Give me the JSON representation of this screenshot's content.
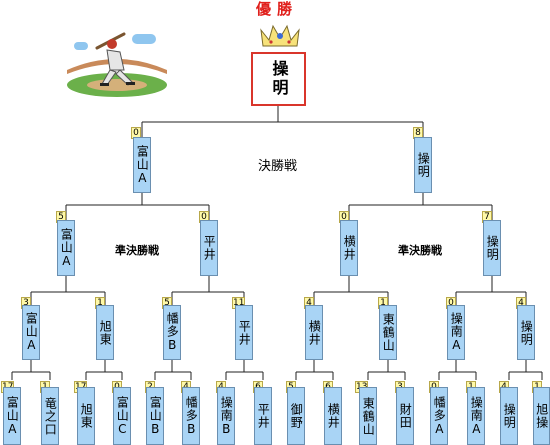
{
  "title": "優勝",
  "champion": "操明",
  "round_labels": {
    "final": "決勝戦",
    "semi_left": "準決勝戦",
    "semi_right": "準決勝戦"
  },
  "final": [
    {
      "team": "富山A",
      "score": "0"
    },
    {
      "team": "操明",
      "score": "8"
    }
  ],
  "semifinal": [
    {
      "team": "富山A",
      "score": "5"
    },
    {
      "team": "平井",
      "score": "0"
    },
    {
      "team": "横井",
      "score": "0"
    },
    {
      "team": "操明",
      "score": "7"
    }
  ],
  "quarterfinal": [
    {
      "team": "富山A",
      "score": "3"
    },
    {
      "team": "旭東",
      "score": "1"
    },
    {
      "team": "幡多B",
      "score": "5"
    },
    {
      "team": "平井",
      "score": "11"
    },
    {
      "team": "横井",
      "score": "4"
    },
    {
      "team": "東鶴山",
      "score": "1"
    },
    {
      "team": "操南A",
      "score": "0"
    },
    {
      "team": "操明",
      "score": "4"
    }
  ],
  "first_round": [
    {
      "team": "富山A",
      "score": "17"
    },
    {
      "team": "竜之口",
      "score": "1"
    },
    {
      "team": "旭東",
      "score": "17"
    },
    {
      "team": "富山C",
      "score": "0"
    },
    {
      "team": "富山B",
      "score": "2"
    },
    {
      "team": "幡多B",
      "score": "4"
    },
    {
      "team": "操南B",
      "score": "4"
    },
    {
      "team": "平井",
      "score": "6"
    },
    {
      "team": "御野",
      "score": "5"
    },
    {
      "team": "横井",
      "score": "6"
    },
    {
      "team": "東鶴山",
      "score": "13"
    },
    {
      "team": "財田",
      "score": "3"
    },
    {
      "team": "幡多A",
      "score": "0"
    },
    {
      "team": "操南A",
      "score": "1"
    },
    {
      "team": "操明",
      "score": "4"
    },
    {
      "team": "旭操",
      "score": "1"
    }
  ],
  "colors": {
    "team_box": "#a9d4f5",
    "score_box": "#fff9a8",
    "title": "#e0201c",
    "champion_border": "#d9352b"
  }
}
